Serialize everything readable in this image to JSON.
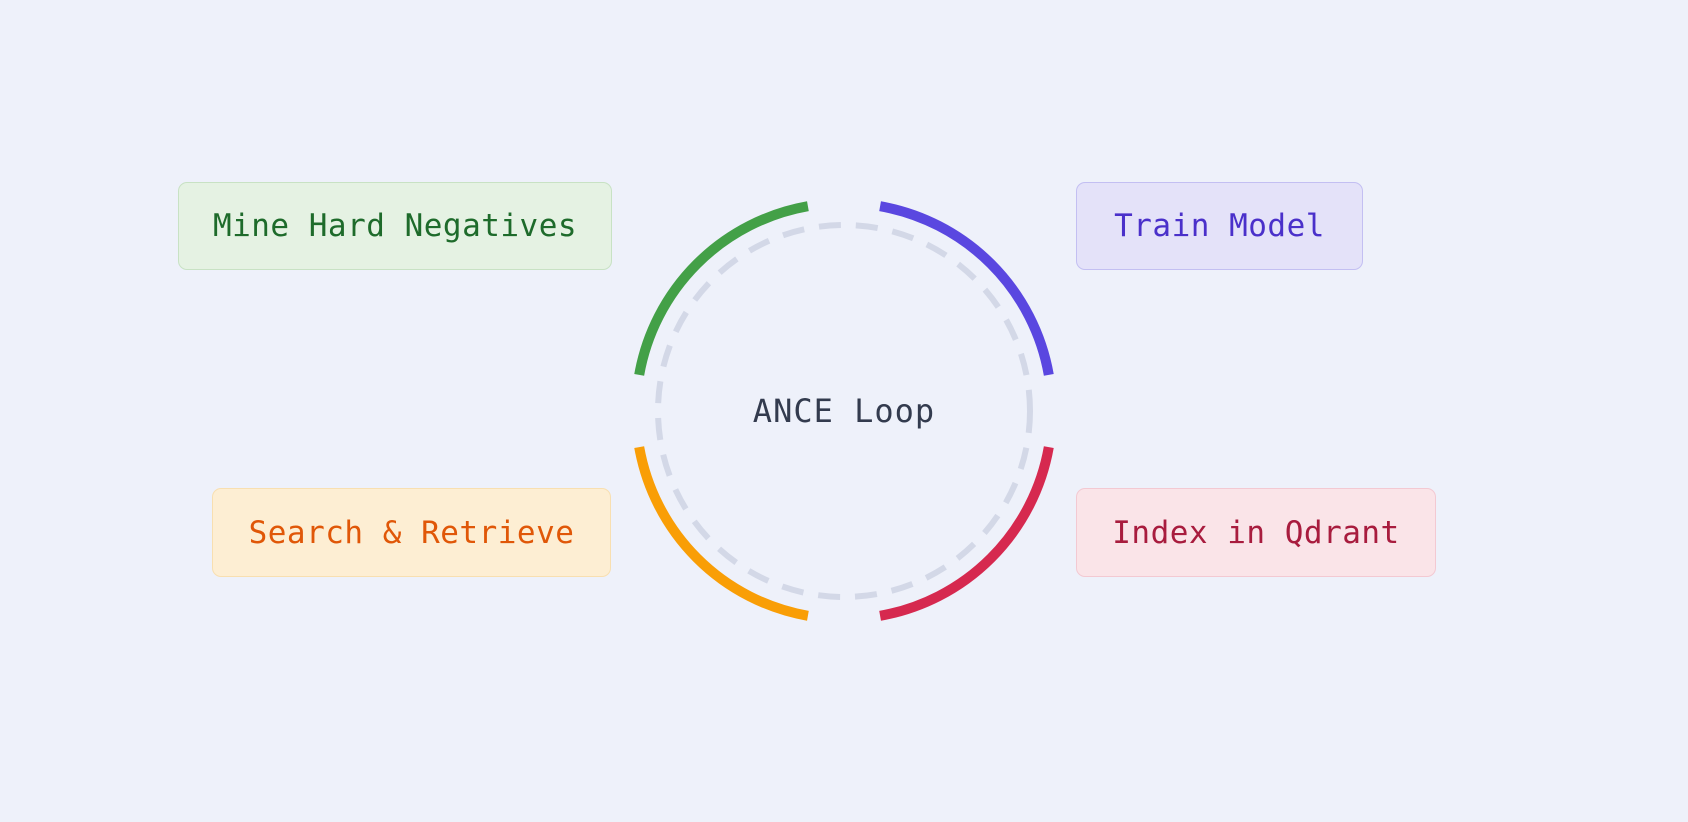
{
  "diagram": {
    "type": "cycle",
    "center_label": "ANCE Loop",
    "center_text_color": "#333b4e",
    "background_color": "#eef1fa",
    "dashed_circle_color": "#d3d8e7",
    "arcs": [
      {
        "name": "green-arc",
        "color": "#43a047",
        "start_deg": 280,
        "end_deg": 350
      },
      {
        "name": "indigo-arc",
        "color": "#5a47e0",
        "start_deg": 10,
        "end_deg": 80
      },
      {
        "name": "crimson-arc",
        "color": "#d6294f",
        "start_deg": 100,
        "end_deg": 170
      },
      {
        "name": "orange-arc",
        "color": "#f99e06",
        "start_deg": 190,
        "end_deg": 260
      }
    ]
  },
  "steps": [
    {
      "id": "mine-hard-negatives",
      "label": "Mine Hard Negatives",
      "position": "top-left",
      "colors": {
        "bg": "#e5f2e3",
        "border": "#c8e2c4",
        "text": "#1e6b2b"
      }
    },
    {
      "id": "train-model",
      "label": "Train Model",
      "position": "top-right",
      "colors": {
        "bg": "#e4e2f9",
        "border": "#c3bff2",
        "text": "#4a30ca"
      }
    },
    {
      "id": "search-and-retrieve",
      "label": "Search & Retrieve",
      "position": "bottom-left",
      "colors": {
        "bg": "#fdeed3",
        "border": "#f8dfb0",
        "text": "#e05708"
      }
    },
    {
      "id": "index-in-qdrant",
      "label": "Index in Qdrant",
      "position": "bottom-right",
      "colors": {
        "bg": "#fae4e8",
        "border": "#f3c9d2",
        "text": "#a81c3e"
      }
    }
  ]
}
